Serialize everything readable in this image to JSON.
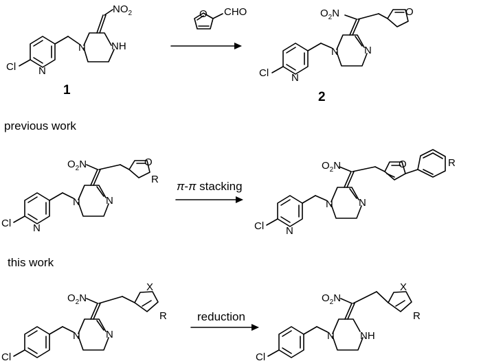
{
  "atoms": {
    "cl": "Cl",
    "n": "N",
    "nh": "NH",
    "o": "O",
    "o2n_o": "O",
    "o2n_2": "2",
    "o2n_n": "N",
    "no2_n": "NO",
    "no2_2": "2",
    "cho": "CHO",
    "r": "R",
    "x": "X"
  },
  "compounds": {
    "c1": "1",
    "c2": "2"
  },
  "sections": {
    "previous": "previous work",
    "this": "this work"
  },
  "arrows": {
    "stacking_pi1": "π",
    "stacking_dash": "-",
    "stacking_pi2": "π",
    "stacking_word": " stacking",
    "reduction": "reduction"
  }
}
